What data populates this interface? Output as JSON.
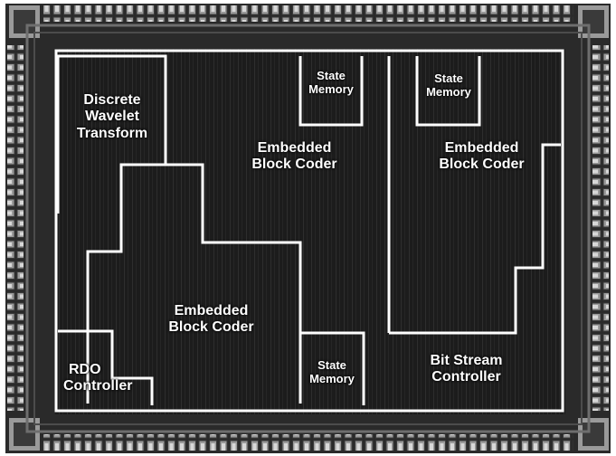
{
  "blocks": {
    "dwt": {
      "line1": "Discrete",
      "line2": "Wavelet",
      "line3": "Transform"
    },
    "ebc_left": {
      "line1": "Embedded",
      "line2": "Block Coder"
    },
    "ebc_center": {
      "line1": "Embedded",
      "line2": "Block Coder"
    },
    "ebc_right": {
      "line1": "Embedded",
      "line2": "Block Coder"
    },
    "state_memory_top_left": {
      "line1": "State",
      "line2": "Memory"
    },
    "state_memory_top_right": {
      "line1": "State",
      "line2": "Memory"
    },
    "state_memory_bottom": {
      "line1": "State",
      "line2": "Memory"
    },
    "rdo": {
      "line1": "RDO",
      "line2": "Controller"
    },
    "bitstream": {
      "line1": "Bit Stream",
      "line2": "Controller"
    }
  },
  "colors": {
    "outline": "#ffffff",
    "die": "#1e1e1e",
    "pad": "#8a8a8a",
    "background": "#ffffff"
  }
}
